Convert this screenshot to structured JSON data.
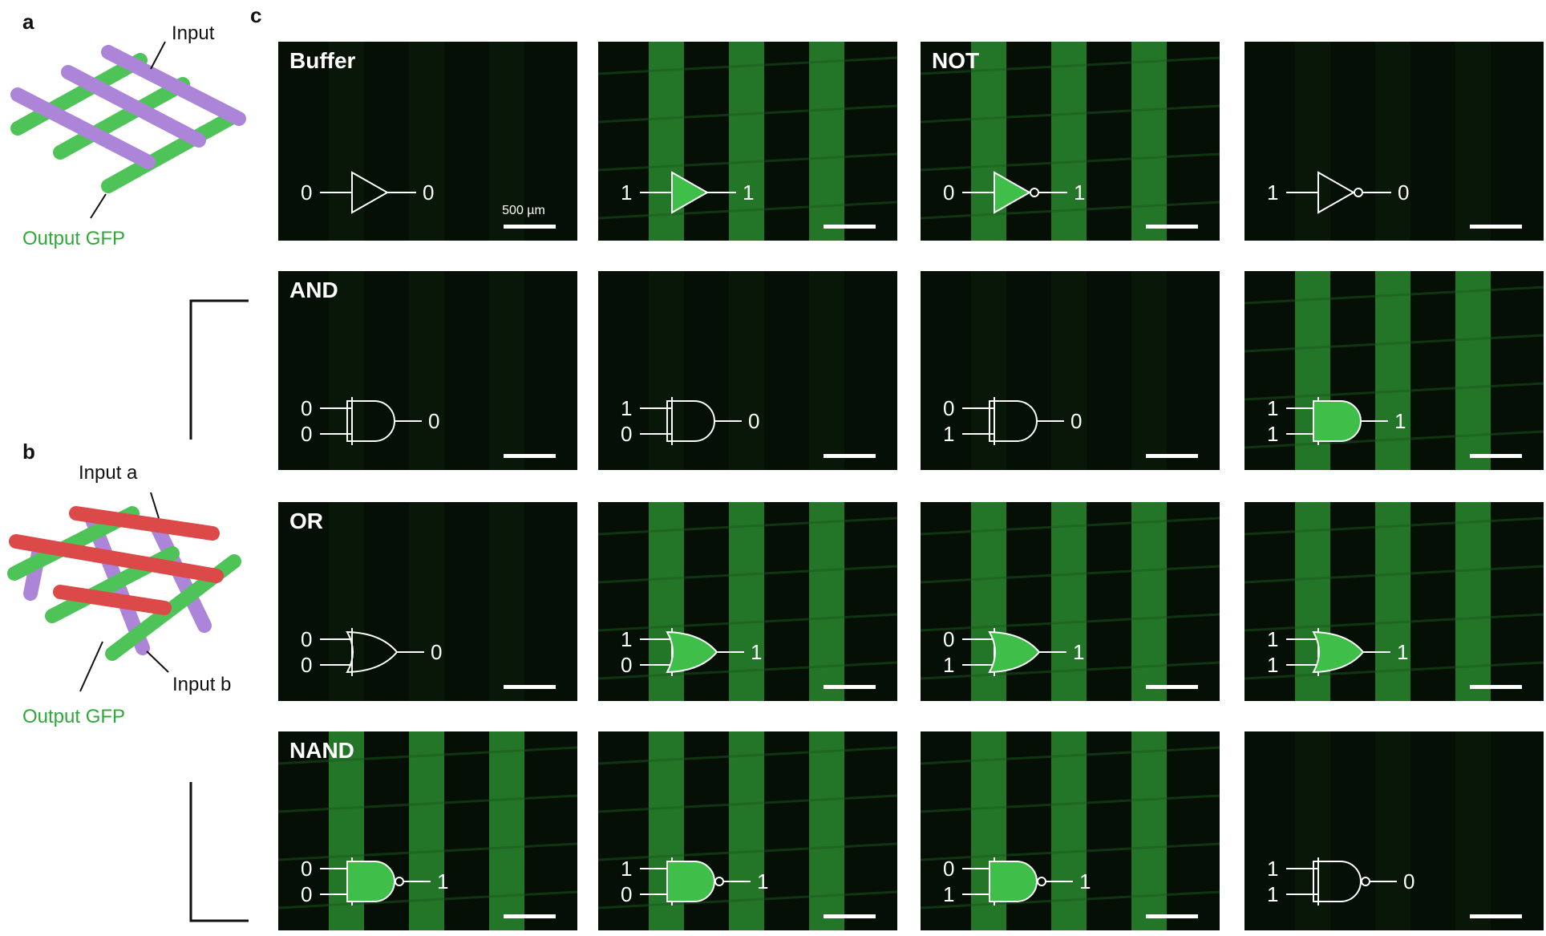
{
  "panel_labels": {
    "a": "a",
    "b": "b",
    "c": "c"
  },
  "schematic_a": {
    "input": "Input",
    "output": "Output GFP"
  },
  "schematic_b": {
    "input_a": "Input a",
    "input_b": "Input b",
    "output": "Output GFP"
  },
  "scale_label": "500 µm",
  "colors": {
    "gfp": "#3fbf4a",
    "panel_bg": "#050f05",
    "input_purple": "#a67bd6",
    "input_red": "#d93a3a"
  },
  "rows": [
    {
      "gate": "Buffer",
      "panels": [
        {
          "type": "buffer",
          "a": "0",
          "out": "0",
          "fluor": "low"
        },
        {
          "type": "buffer",
          "a": "1",
          "out": "1",
          "fluor": "high"
        },
        {
          "type": "not",
          "title": "NOT",
          "a": "0",
          "out": "1",
          "fluor": "high"
        },
        {
          "type": "not",
          "a": "1",
          "out": "0",
          "fluor": "low"
        }
      ]
    },
    {
      "gate": "AND",
      "panels": [
        {
          "type": "and",
          "a": "0",
          "b": "0",
          "out": "0",
          "fluor": "low"
        },
        {
          "type": "and",
          "a": "1",
          "b": "0",
          "out": "0",
          "fluor": "low"
        },
        {
          "type": "and",
          "a": "0",
          "b": "1",
          "out": "0",
          "fluor": "low"
        },
        {
          "type": "and",
          "a": "1",
          "b": "1",
          "out": "1",
          "fluor": "high"
        }
      ]
    },
    {
      "gate": "OR",
      "panels": [
        {
          "type": "or",
          "a": "0",
          "b": "0",
          "out": "0",
          "fluor": "low"
        },
        {
          "type": "or",
          "a": "1",
          "b": "0",
          "out": "1",
          "fluor": "high"
        },
        {
          "type": "or",
          "a": "0",
          "b": "1",
          "out": "1",
          "fluor": "high"
        },
        {
          "type": "or",
          "a": "1",
          "b": "1",
          "out": "1",
          "fluor": "high"
        }
      ]
    },
    {
      "gate": "NAND",
      "panels": [
        {
          "type": "nand",
          "a": "0",
          "b": "0",
          "out": "1",
          "fluor": "high"
        },
        {
          "type": "nand",
          "a": "1",
          "b": "0",
          "out": "1",
          "fluor": "high"
        },
        {
          "type": "nand",
          "a": "0",
          "b": "1",
          "out": "1",
          "fluor": "high"
        },
        {
          "type": "nand",
          "a": "1",
          "b": "1",
          "out": "0",
          "fluor": "low"
        }
      ]
    }
  ]
}
